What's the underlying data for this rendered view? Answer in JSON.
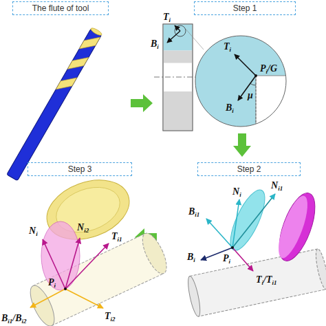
{
  "diagram": {
    "nodes": [
      {
        "text": [
          "The flute of tool"
        ]
      },
      {
        "text": [
          "Step 1"
        ]
      },
      {
        "text": [
          "Step 2"
        ]
      },
      {
        "text": [
          "Step 3"
        ]
      }
    ],
    "labels": [
      "Ti",
      "Bi",
      "Ti",
      "Pi/G",
      "μ",
      "Bi",
      "Ni",
      "Ni1",
      "Bi1",
      "Bi",
      "Pi",
      "Ti/Ti1",
      "Ni",
      "Ni2",
      "Ti1",
      "Pi",
      "Bi1/Bi2",
      "Ti2"
    ]
  }
}
